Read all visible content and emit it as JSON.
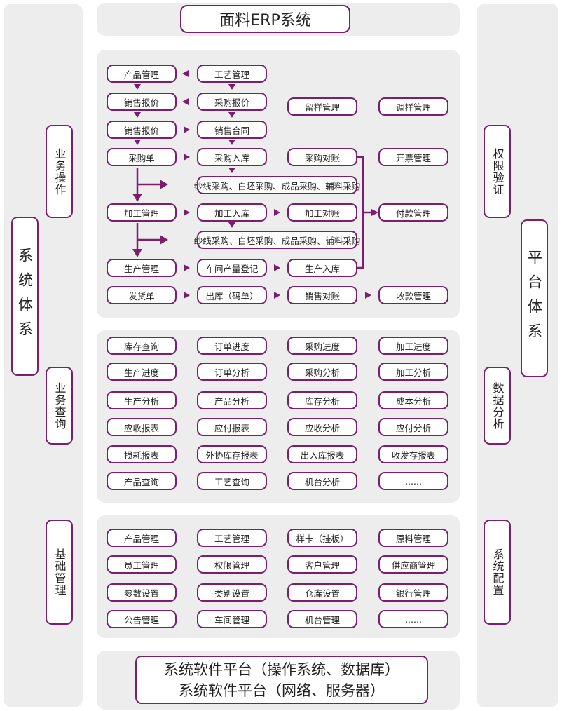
{
  "title": "面料ERP系统",
  "left": {
    "system": "系统体系",
    "ops": "业务操作",
    "query": "业务查询",
    "basic": "基础管理"
  },
  "right": {
    "platform": "平台体系",
    "auth": "权限验证",
    "analysis": "数据分析",
    "config": "系统配置"
  },
  "ops": {
    "product_mgmt": "产品管理",
    "craft_mgmt": "工艺管理",
    "sales_quote": "销售报价",
    "purchase_quote": "采购报价",
    "sample_keep": "留样管理",
    "sample_adjust": "调样管理",
    "sales_quote2": "销售报价",
    "sales_contract": "销售合同",
    "purchase_order": "采购单",
    "purchase_in": "采购入库",
    "purchase_reconcile": "采购对账",
    "invoice_mgmt": "开票管理",
    "purchase_types1": "纱线采购、白坯采购、成品采购、辅料采购",
    "process_mgmt": "加工管理",
    "process_in": "加工入库",
    "process_reconcile": "加工对账",
    "payment_mgmt": "付款管理",
    "purchase_types2": "纱线采购、白坯采购、成品采购、辅料采购",
    "production_mgmt": "生产管理",
    "workshop_output": "车间产量登记",
    "production_in": "生产入库",
    "delivery": "发货单",
    "outbound": "出库（码单）",
    "sales_reconcile": "销售对账",
    "receipt_mgmt": "收款管理"
  },
  "query": [
    [
      "库存查询",
      "订单进度",
      "采购进度",
      "加工进度"
    ],
    [
      "生产进度",
      "订单分析",
      "采购分析",
      "加工分析"
    ],
    [
      "生产分析",
      "产品分析",
      "库存分析",
      "成本分析"
    ],
    [
      "应收报表",
      "应付报表",
      "应收分析",
      "应付分析"
    ],
    [
      "损耗报表",
      "外协库存报表",
      "出入库报表",
      "收发存报表"
    ],
    [
      "产品查询",
      "工艺查询",
      "机台分析",
      "......"
    ]
  ],
  "basic": [
    [
      "产品管理",
      "工艺管理",
      "样卡（挂板）",
      "原料管理"
    ],
    [
      "员工管理",
      "权限管理",
      "客户管理",
      "供应商管理"
    ],
    [
      "参数设置",
      "类别设置",
      "仓库设置",
      "银行管理"
    ],
    [
      "公告管理",
      "车间管理",
      "机台管理",
      "......"
    ]
  ],
  "platform": {
    "line1": "系统软件平台（操作系统、数据库）",
    "line2": "系统软件平台（网络、服务器）"
  },
  "colors": {
    "accent": "#7a1f6e",
    "panel": "#ededed"
  }
}
